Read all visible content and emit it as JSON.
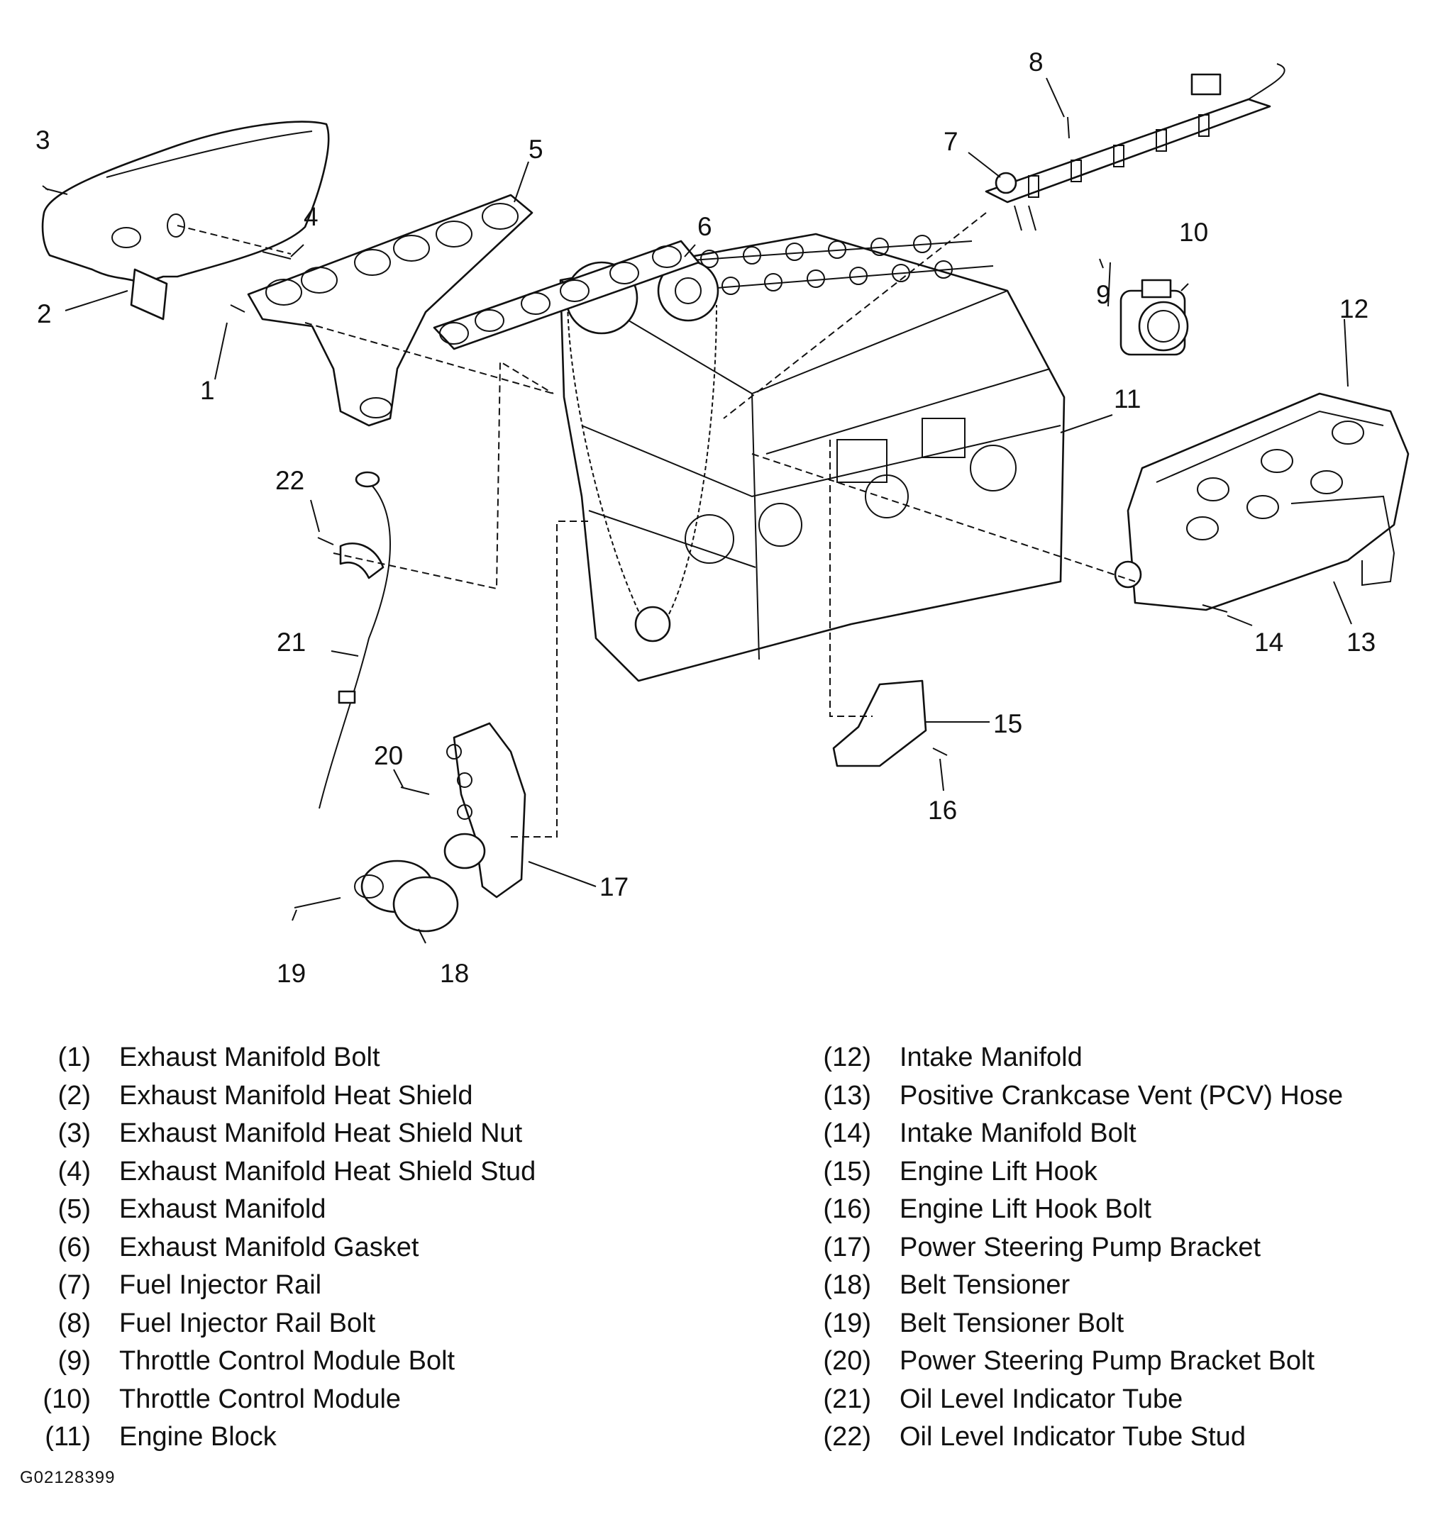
{
  "diagram": {
    "callouts": [
      "1",
      "2",
      "3",
      "4",
      "5",
      "6",
      "7",
      "8",
      "9",
      "10",
      "11",
      "12",
      "13",
      "14",
      "15",
      "16",
      "17",
      "18",
      "19",
      "20",
      "21",
      "22"
    ]
  },
  "legend": {
    "left": [
      {
        "num": "(1)",
        "label": "Exhaust Manifold Bolt"
      },
      {
        "num": "(2)",
        "label": "Exhaust Manifold Heat Shield"
      },
      {
        "num": "(3)",
        "label": "Exhaust Manifold Heat Shield Nut"
      },
      {
        "num": "(4)",
        "label": "Exhaust Manifold Heat Shield Stud"
      },
      {
        "num": "(5)",
        "label": "Exhaust Manifold"
      },
      {
        "num": "(6)",
        "label": "Exhaust Manifold Gasket"
      },
      {
        "num": "(7)",
        "label": "Fuel Injector Rail"
      },
      {
        "num": "(8)",
        "label": "Fuel Injector Rail Bolt"
      },
      {
        "num": "(9)",
        "label": "Throttle Control Module Bolt"
      },
      {
        "num": "(10)",
        "label": "Throttle Control Module"
      },
      {
        "num": "(11)",
        "label": "Engine Block"
      }
    ],
    "right": [
      {
        "num": "(12)",
        "label": "Intake Manifold"
      },
      {
        "num": "(13)",
        "label": "Positive Crankcase Vent (PCV) Hose"
      },
      {
        "num": "(14)",
        "label": "Intake Manifold Bolt"
      },
      {
        "num": "(15)",
        "label": "Engine Lift Hook"
      },
      {
        "num": "(16)",
        "label": "Engine Lift Hook Bolt"
      },
      {
        "num": "(17)",
        "label": "Power Steering Pump Bracket"
      },
      {
        "num": "(18)",
        "label": "Belt Tensioner"
      },
      {
        "num": "(19)",
        "label": "Belt Tensioner Bolt"
      },
      {
        "num": "(20)",
        "label": "Power Steering Pump Bracket Bolt"
      },
      {
        "num": "(21)",
        "label": "Oil Level Indicator Tube"
      },
      {
        "num": "(22)",
        "label": "Oil Level Indicator Tube Stud"
      }
    ]
  },
  "figure_id": "G02128399"
}
